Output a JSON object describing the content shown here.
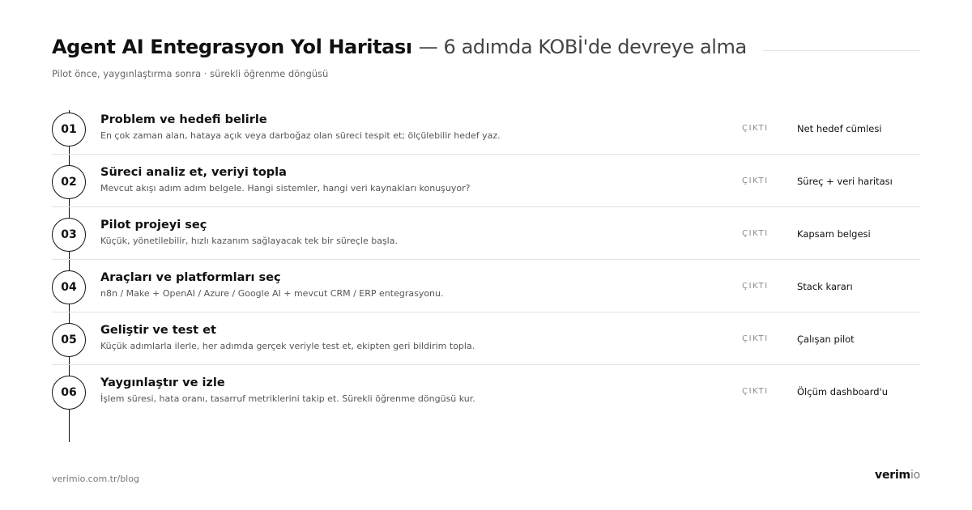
{
  "header": {
    "title": "Agent AI Entegrasyon Yol Haritası",
    "title_suffix": "— 6 adımda KOBİ'de devreye alma",
    "subtitle": "Pilot önce, yaygınlaştırma sonra · sürekli öğrenme döngüsü"
  },
  "steps": [
    {
      "number": "01",
      "title": "Problem ve hedefi belirle",
      "description": "En çok zaman alan, hataya açık veya darboğaz olan süreci tespit et; ölçülebilir hedef yaz.",
      "output_label": "ÇIKTI",
      "output": "Net hedef cümlesi"
    },
    {
      "number": "02",
      "title": "Süreci analiz et, veriyi topla",
      "description": "Mevcut akışı adım adım belgele. Hangi sistemler, hangi veri kaynakları konuşuyor?",
      "output_label": "ÇIKTI",
      "output": "Süreç + veri haritası"
    },
    {
      "number": "03",
      "title": "Pilot projeyi seç",
      "description": "Küçük, yönetilebilir, hızlı kazanım sağlayacak tek bir süreçle başla.",
      "output_label": "ÇIKTI",
      "output": "Kapsam belgesi"
    },
    {
      "number": "04",
      "title": "Araçları ve platformları seç",
      "description": "n8n / Make + OpenAI / Azure / Google AI + mevcut CRM / ERP entegrasyonu.",
      "output_label": "ÇIKTI",
      "output": "Stack kararı"
    },
    {
      "number": "05",
      "title": "Geliştir ve test et",
      "description": "Küçük adımlarla ilerle, her adımda gerçek veriyle test et, ekipten geri bildirim topla.",
      "output_label": "ÇIKTI",
      "output": "Çalışan pilot"
    },
    {
      "number": "06",
      "title": "Yaygınlaştır ve izle",
      "description": "İşlem süresi, hata oranı, tasarruf metriklerini takip et. Sürekli öğrenme döngüsü kur.",
      "output_label": "ÇIKTI",
      "output": "Ölçüm dashboard'u"
    }
  ],
  "footer": {
    "url": "verimio.com.tr/blog",
    "logo_strong": "verim",
    "logo_light": "io"
  }
}
